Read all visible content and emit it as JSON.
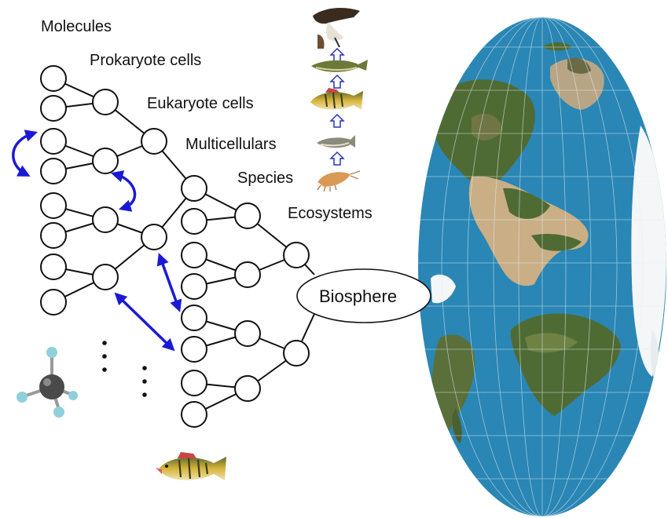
{
  "levels": {
    "molecules": "Molecules",
    "prokaryote": "Prokaryote cells",
    "eukaryote": "Eukaryote cells",
    "multicellulars": "Multicellulars",
    "species": "Species",
    "ecosystems": "Ecosystems",
    "biosphere": "Biosphere"
  },
  "colors": {
    "arrow": "#1a1ad6",
    "ocean": "#2a86b4",
    "land_green": "#4f6b34",
    "land_desert": "#c9ae86",
    "ice": "#f4f6f8",
    "up_arrow": "#2b33b8"
  },
  "icons": {
    "molecule": "methane-molecule-icon",
    "organisms": [
      "osprey-bird-icon",
      "pike-fish-icon",
      "perch-fish-icon",
      "minnow-fish-icon",
      "shrimp-icon"
    ],
    "bottom_fish": "perch-fish-icon",
    "globe": "world-map-icon"
  }
}
